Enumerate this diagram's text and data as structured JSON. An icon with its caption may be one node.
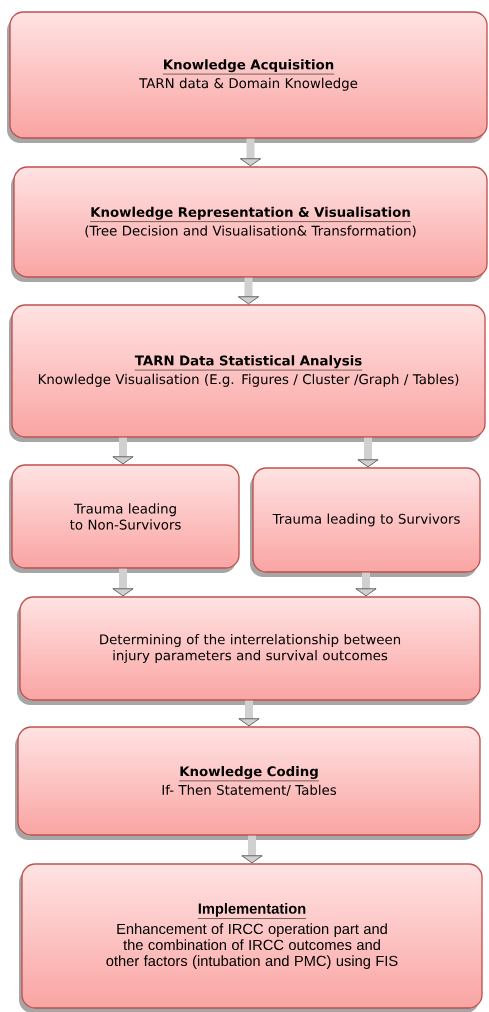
{
  "diagram": {
    "nodes": [
      {
        "text": [
          "Knowledge Acquisition",
          "TARN data & Domain Knowledge"
        ]
      },
      {
        "text": [
          "Knowledge Representation & Visualisation",
          "(Tree Decision and Visualisation& Transformation)"
        ]
      },
      {
        "text": [
          "TARN Data Statistical Analysis",
          "Knowledge Visualisation (E.g. Figures / Cluster /Graph / Tables)"
        ]
      },
      {
        "text": [
          "Trauma leading to Non-Survivors"
        ]
      },
      {
        "text": [
          "Trauma leading to Survivors"
        ]
      },
      {
        "text": [
          "Determining of the interrelationship between injury parameters and survival outcomes"
        ]
      },
      {
        "text": [
          "Knowledge Coding",
          "If- Then Statement/ Tables"
        ]
      },
      {
        "text": [
          "Implementation",
          "Enhancement of IRCC operation part and the combination of IRCC outcomes and other factors (intubation and PMC) using FIS"
        ]
      }
    ],
    "edges": [
      {
        "from": 0,
        "to": 1,
        "arrow": "to"
      },
      {
        "from": 1,
        "to": 2,
        "arrow": "to"
      },
      {
        "from": 2,
        "to": 3,
        "arrow": "to"
      },
      {
        "from": 2,
        "to": 4,
        "arrow": "to"
      },
      {
        "from": 3,
        "to": 5,
        "arrow": "to"
      },
      {
        "from": 4,
        "to": 5,
        "arrow": "to"
      },
      {
        "from": 5,
        "to": 6,
        "arrow": "to"
      },
      {
        "from": 6,
        "to": 7,
        "arrow": "to"
      }
    ]
  }
}
